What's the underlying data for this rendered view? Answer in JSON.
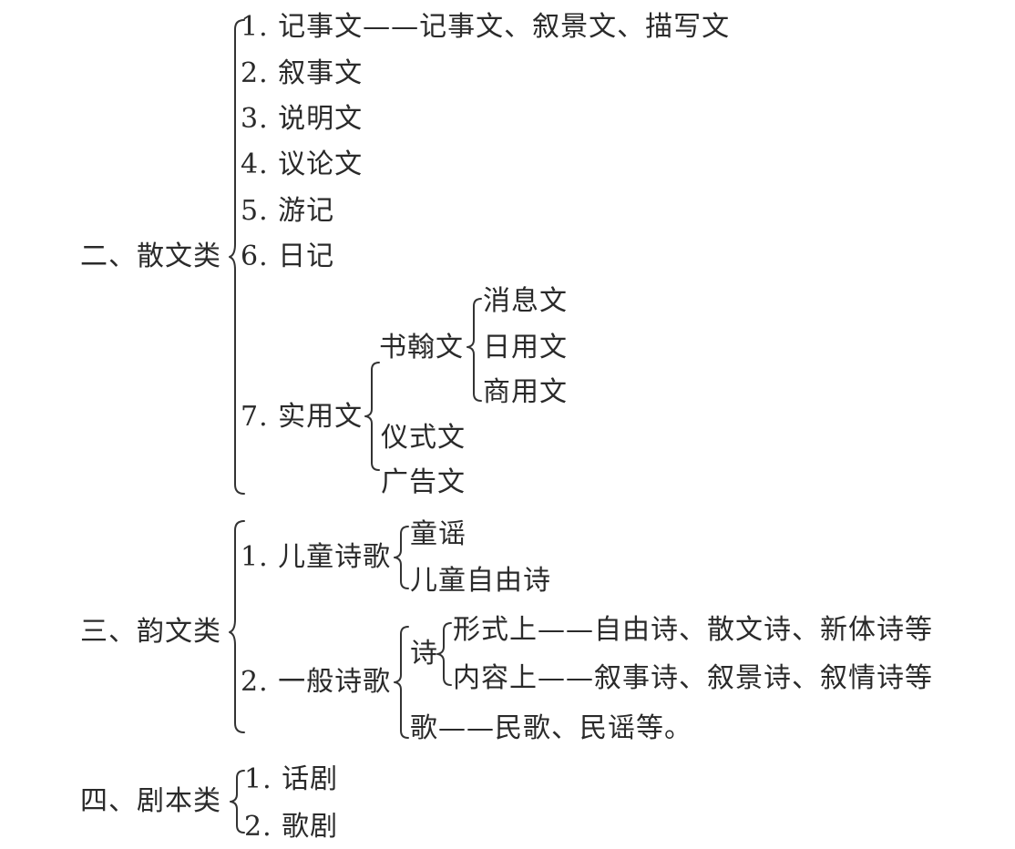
{
  "prose": {
    "label": "二、散文类",
    "items": [
      "1. 记事文——记事文、叙景文、描写文",
      "2. 叙事文",
      "3. 说明文",
      "4. 议论文",
      "5. 游记",
      "6. 日记",
      "7. 实用文"
    ],
    "practical": {
      "letters": {
        "label": "书翰文",
        "items": [
          "消息文",
          "日用文",
          "商用文"
        ]
      },
      "ceremonial": "仪式文",
      "advertising": "广告文"
    }
  },
  "verse": {
    "label": "三、韵文类",
    "children_poetry": {
      "label": "1. 儿童诗歌",
      "items": [
        "童谣",
        "儿童自由诗"
      ]
    },
    "general_poetry": {
      "label": "2. 一般诗歌",
      "poem": {
        "label": "诗",
        "items": [
          "形式上——自由诗、散文诗、新体诗等",
          "内容上——叙事诗、叙景诗、叙情诗等"
        ]
      },
      "song": "歌——民歌、民谣等。"
    }
  },
  "drama": {
    "label": "四、剧本类",
    "items": [
      "1. 话剧",
      "2. 歌剧"
    ]
  }
}
